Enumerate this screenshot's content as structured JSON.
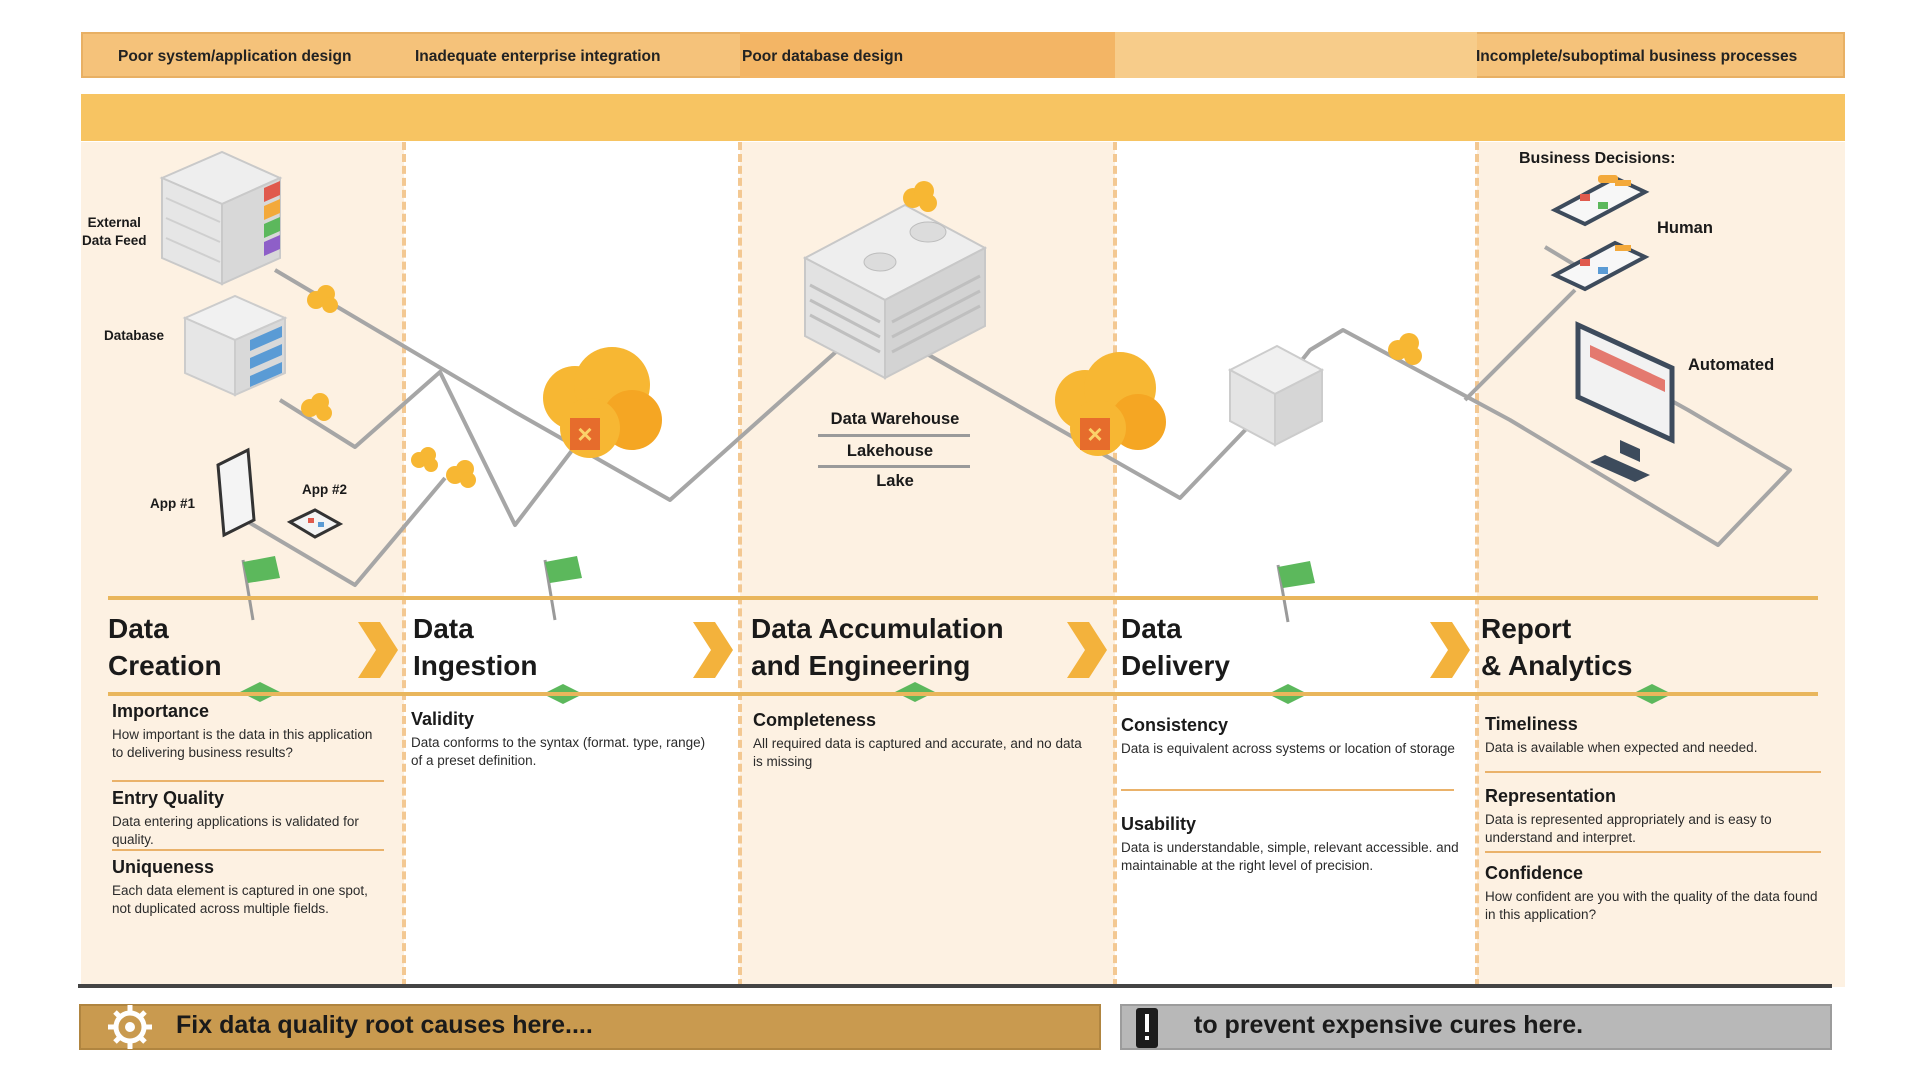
{
  "root_causes": [
    "Poor system/application design",
    "Inadequate enterprise integration",
    "Poor database design",
    "Incomplete/suboptimal business processes"
  ],
  "stages": [
    {
      "title": "Data\nCreation"
    },
    {
      "title": "Data\nIngestion"
    },
    {
      "title": "Data Accumulation\nand Engineering"
    },
    {
      "title": "Data\nDelivery"
    },
    {
      "title": "Report\n& Analytics"
    }
  ],
  "dimensions": {
    "creation": [
      {
        "name": "Importance",
        "desc": "How important is the data in this application to delivering business results?"
      },
      {
        "name": "Entry Quality",
        "desc": "Data entering applications is validated for quality."
      },
      {
        "name": "Uniqueness",
        "desc": "Each data element is captured in one spot, not duplicated across multiple fields."
      }
    ],
    "ingestion": [
      {
        "name": "Validity",
        "desc": "Data conforms to the syntax (format. type, range) of a preset definition."
      }
    ],
    "accumulation": [
      {
        "name": "Completeness",
        "desc": "All required data is captured and accurate, and no data is missing"
      }
    ],
    "delivery": [
      {
        "name": "Consistency",
        "desc": "Data is equivalent across systems or location of storage"
      },
      {
        "name": "Usability",
        "desc": "Data is understandable, simple, relevant accessible. and maintainable at the right level of precision."
      }
    ],
    "analytics": [
      {
        "name": "Timeliness",
        "desc": "Data is available when expected and needed."
      },
      {
        "name": "Representation",
        "desc": "Data is represented appropriately and is easy to understand and interpret."
      },
      {
        "name": "Confidence",
        "desc": "How confident are you with the quality of the data found in this application?"
      }
    ]
  },
  "sources": {
    "external": "External\nData Feed",
    "database": "Database",
    "app1": "App #1",
    "app2": "App #2"
  },
  "warehouse": [
    "Data Warehouse",
    "Lakehouse",
    "Lake"
  ],
  "decisions": {
    "title": "Business Decisions:",
    "human": "Human",
    "automated": "Automated"
  },
  "bottom": {
    "fix": "Fix data quality root causes here....",
    "prevent": "to prevent expensive cures here."
  },
  "colors": {
    "tint": "#fdf1e2",
    "band": "#f7c462",
    "accent_line": "#e9b65c",
    "chevron": "#f3b23c",
    "flag": "#5cb85c",
    "path": "#a6a6a6",
    "cloud": "#f7b733",
    "fix_bar": "#c99a4f",
    "prevent_bar": "#b8b8b8"
  },
  "icons": [
    "server-stack-icon",
    "database-icon",
    "phone-icon",
    "tablet-icon",
    "cloud-icon",
    "flag-icon",
    "warehouse-icon",
    "data-block-icon",
    "monitor-icon",
    "gear-icon",
    "alert-phone-icon"
  ]
}
